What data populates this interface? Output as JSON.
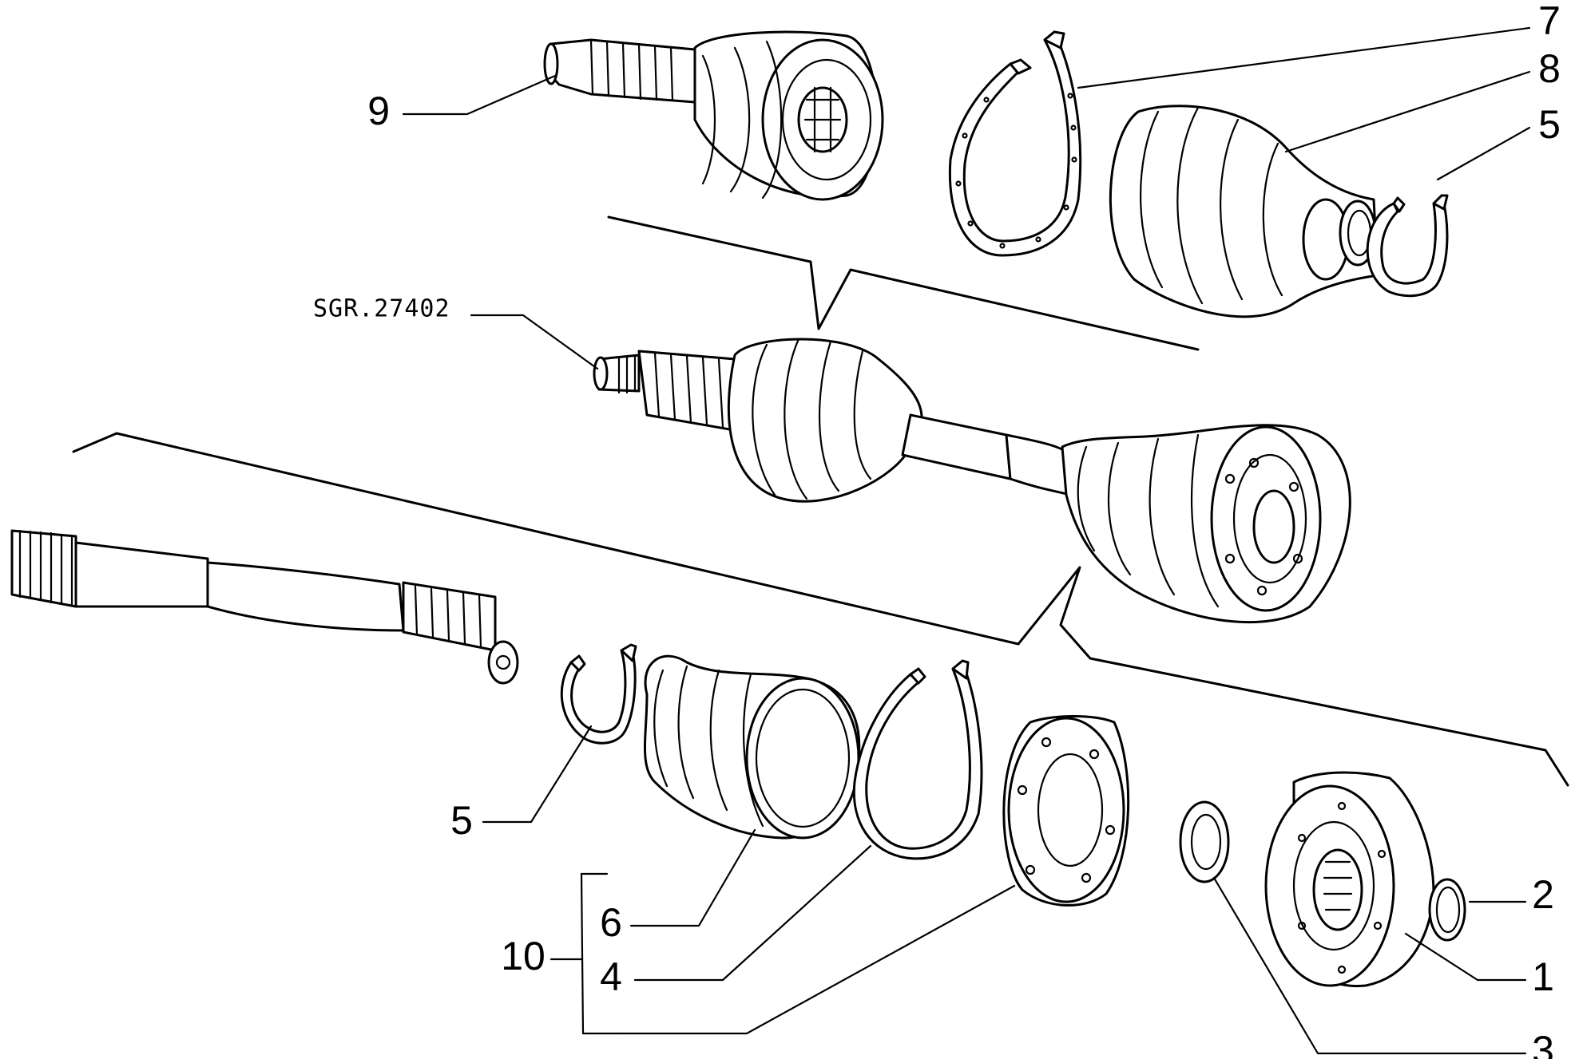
{
  "diagram": {
    "reference_code": "SGR.27402",
    "callouts": {
      "c1": "1",
      "c2": "2",
      "c3": "3",
      "c4": "4",
      "c5_lower": "5",
      "c5_upper": "5",
      "c6": "6",
      "c7": "7",
      "c8": "8",
      "c9": "9",
      "c10": "10"
    }
  }
}
